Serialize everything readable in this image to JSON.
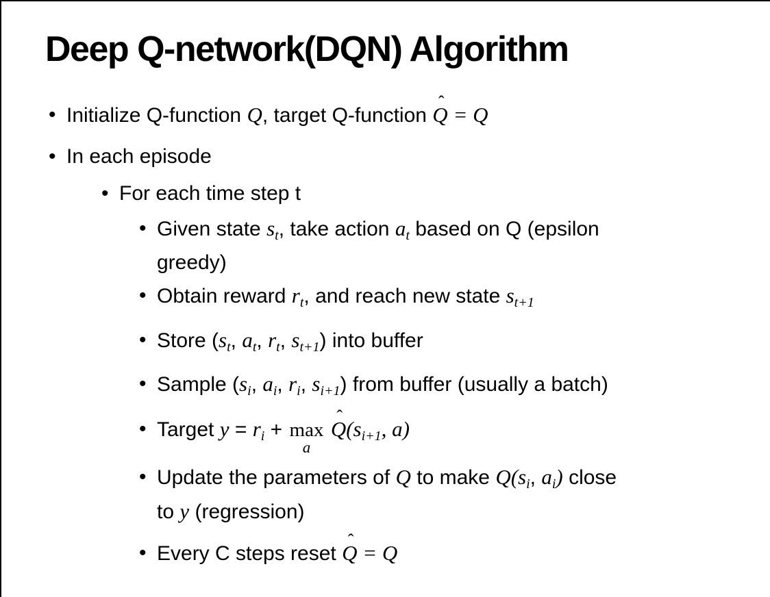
{
  "slide": {
    "title": "Deep Q-network(DQN) Algorithm",
    "bullet_char": "•",
    "colors": {
      "background": "#ffffff",
      "text": "#000000",
      "border": "#000000"
    },
    "bullets": [
      {
        "level": 1,
        "parts": [
          {
            "t": "text",
            "v": "Initialize Q-function "
          },
          {
            "t": "m",
            "v": "Q"
          },
          {
            "t": "text",
            "v": ", target Q-function "
          },
          {
            "t": "mhat",
            "v": "Q"
          },
          {
            "t": "m",
            "v": " = Q"
          }
        ]
      },
      {
        "level": 1,
        "parts": [
          {
            "t": "text",
            "v": "In each episode"
          }
        ]
      },
      {
        "level": 2,
        "parts": [
          {
            "t": "text",
            "v": "For each time step t"
          }
        ]
      },
      {
        "level": 3,
        "parts": [
          {
            "t": "text",
            "v": "Given state "
          },
          {
            "t": "ms",
            "v": "s",
            "sub": "t"
          },
          {
            "t": "text",
            "v": ", take action "
          },
          {
            "t": "ms",
            "v": "a",
            "sub": "t"
          },
          {
            "t": "text",
            "v": " based on Q (epsilon"
          },
          {
            "t": "br"
          },
          {
            "t": "text",
            "v": "greedy)"
          }
        ]
      },
      {
        "level": 3,
        "parts": [
          {
            "t": "text",
            "v": "Obtain reward "
          },
          {
            "t": "ms",
            "v": "r",
            "sub": "t"
          },
          {
            "t": "text",
            "v": ", and reach new state "
          },
          {
            "t": "ms",
            "v": "s",
            "sub": "t+1"
          }
        ]
      },
      {
        "level": 3,
        "parts": [
          {
            "t": "text",
            "v": "Store ("
          },
          {
            "t": "ms",
            "v": "s",
            "sub": "t"
          },
          {
            "t": "text",
            "v": ", "
          },
          {
            "t": "ms",
            "v": "a",
            "sub": "t"
          },
          {
            "t": "text",
            "v": ", "
          },
          {
            "t": "ms",
            "v": "r",
            "sub": "t"
          },
          {
            "t": "text",
            "v": ", "
          },
          {
            "t": "ms",
            "v": "s",
            "sub": "t+1"
          },
          {
            "t": "text",
            "v": ") into buffer"
          }
        ]
      },
      {
        "level": 3,
        "parts": [
          {
            "t": "text",
            "v": "Sample ("
          },
          {
            "t": "ms",
            "v": "s",
            "sub": "i"
          },
          {
            "t": "text",
            "v": ", "
          },
          {
            "t": "ms",
            "v": "a",
            "sub": "i"
          },
          {
            "t": "text",
            "v": ", "
          },
          {
            "t": "ms",
            "v": "r",
            "sub": "i"
          },
          {
            "t": "text",
            "v": ", "
          },
          {
            "t": "ms",
            "v": "s",
            "sub": "i+1"
          },
          {
            "t": "text",
            "v": ") from buffer (usually a batch)"
          }
        ]
      },
      {
        "level": 3,
        "parts": [
          {
            "t": "text",
            "v": "Target "
          },
          {
            "t": "m",
            "v": "y"
          },
          {
            "t": "text",
            "v": " = "
          },
          {
            "t": "ms",
            "v": "r",
            "sub": "i"
          },
          {
            "t": "text",
            "v": " + "
          },
          {
            "t": "maxu",
            "top": "max",
            "under": "a"
          },
          {
            "t": "text",
            "v": " "
          },
          {
            "t": "mhat",
            "v": "Q"
          },
          {
            "t": "m",
            "v": "("
          },
          {
            "t": "ms",
            "v": "s",
            "sub": "i+1"
          },
          {
            "t": "m",
            "v": ", a)"
          }
        ]
      },
      {
        "level": 3,
        "parts": [
          {
            "t": "text",
            "v": "Update the parameters of "
          },
          {
            "t": "m",
            "v": "Q"
          },
          {
            "t": "text",
            "v": " to make "
          },
          {
            "t": "m",
            "v": "Q("
          },
          {
            "t": "ms",
            "v": "s",
            "sub": "i"
          },
          {
            "t": "text",
            "v": ", "
          },
          {
            "t": "ms",
            "v": "a",
            "sub": "i"
          },
          {
            "t": "m",
            "v": ")"
          },
          {
            "t": "text",
            "v": " close"
          },
          {
            "t": "br"
          },
          {
            "t": "text",
            "v": "to "
          },
          {
            "t": "m",
            "v": "y"
          },
          {
            "t": "text",
            "v": " (regression)"
          }
        ]
      },
      {
        "level": 3,
        "parts": [
          {
            "t": "text",
            "v": "Every C steps reset "
          },
          {
            "t": "mhat",
            "v": "Q"
          },
          {
            "t": "m",
            "v": " = Q"
          }
        ]
      }
    ]
  }
}
